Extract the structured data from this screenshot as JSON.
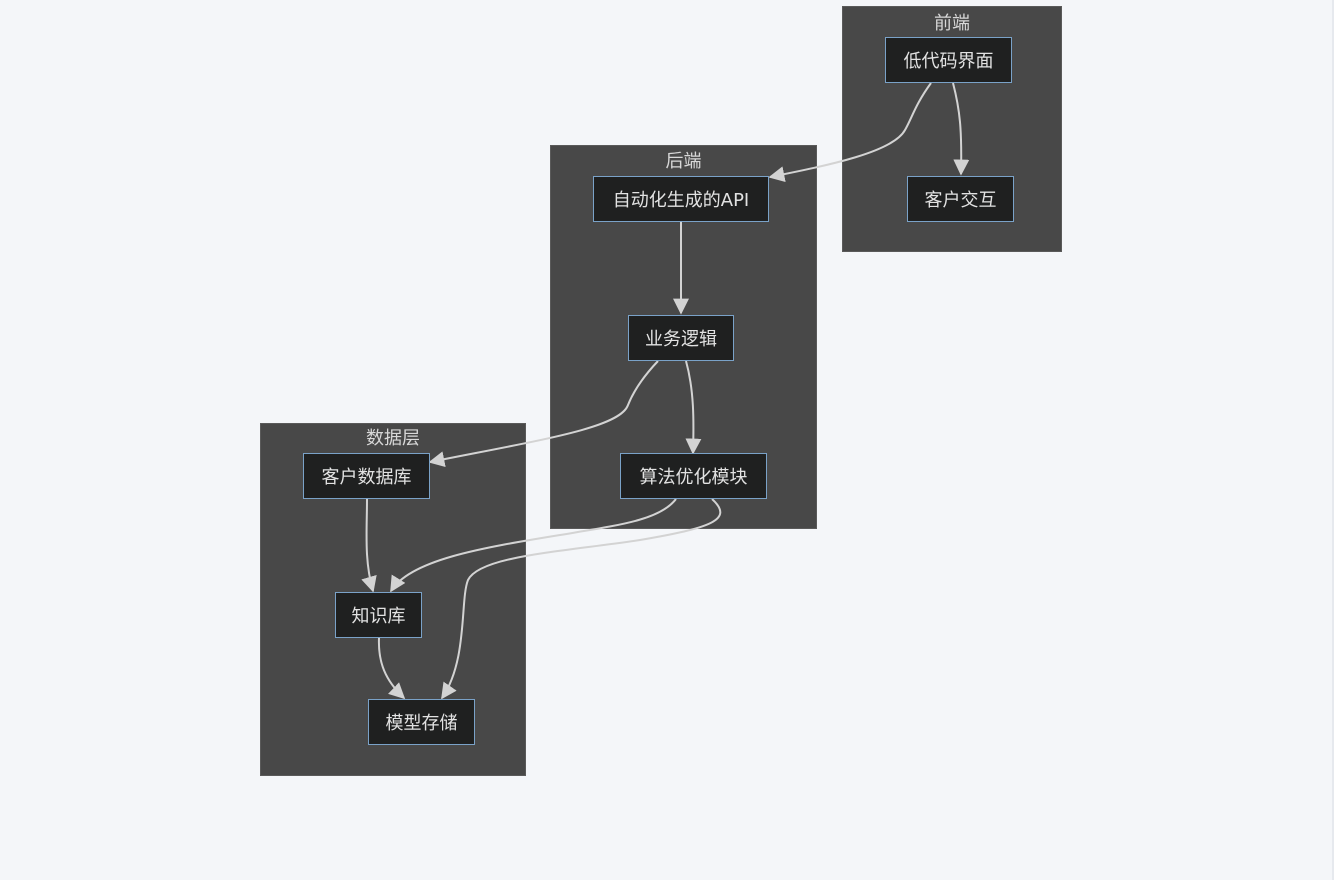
{
  "clusters": {
    "frontend": {
      "title": "前端"
    },
    "backend": {
      "title": "后端"
    },
    "data": {
      "title": "数据层"
    }
  },
  "nodes": {
    "lowcode_ui": "低代码界面",
    "customer_interaction": "客户交互",
    "auto_api": "自动化生成的API",
    "business_logic": "业务逻辑",
    "algorithm_module": "算法优化模块",
    "customer_db": "客户数据库",
    "knowledge_base": "知识库",
    "model_storage": "模型存储"
  },
  "colors": {
    "background": "#f4f6f9",
    "cluster_fill": "#484848",
    "node_fill": "#1f2020",
    "node_border": "#7aa2c8",
    "edge": "#d3d3d3",
    "text": "#e2e2e2"
  }
}
